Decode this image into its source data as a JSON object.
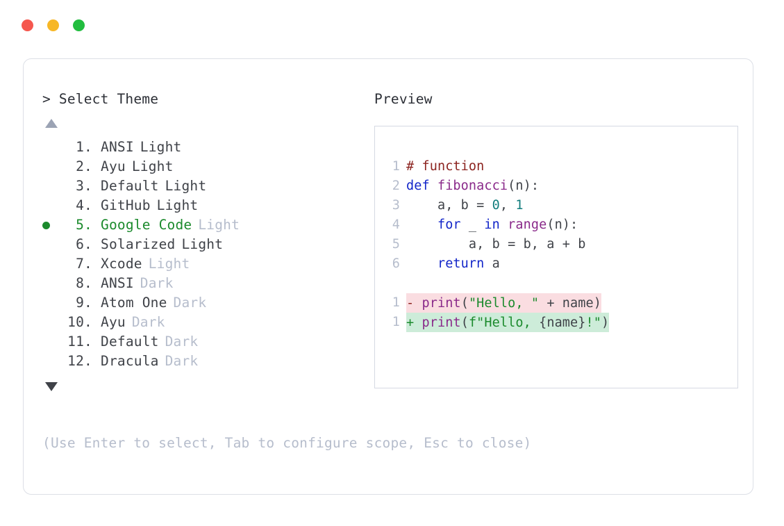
{
  "window": {
    "dots": [
      {
        "name": "close-dot",
        "color": "#f5574e"
      },
      {
        "name": "minimize-dot",
        "color": "#f7b726"
      },
      {
        "name": "maximize-dot",
        "color": "#22bd3f"
      }
    ]
  },
  "prompt": {
    "title": "> Select Theme",
    "scroll_up_icon": "triangle-up-icon",
    "scroll_down_icon": "triangle-down-icon",
    "selected_index": 5,
    "selected_bullet_color": "#1b8a2c"
  },
  "themes": [
    {
      "number": "1.",
      "name": "ANSI",
      "suffix": "Light",
      "suffix_muted": false,
      "selected": false
    },
    {
      "number": "2.",
      "name": "Ayu",
      "suffix": "Light",
      "suffix_muted": false,
      "selected": false
    },
    {
      "number": "3.",
      "name": "Default",
      "suffix": "Light",
      "suffix_muted": false,
      "selected": false
    },
    {
      "number": "4.",
      "name": "GitHub",
      "suffix": "Light",
      "suffix_muted": false,
      "selected": false
    },
    {
      "number": "5.",
      "name": "Google Code",
      "suffix": "Light",
      "suffix_muted": true,
      "selected": true
    },
    {
      "number": "6.",
      "name": "Solarized",
      "suffix": "Light",
      "suffix_muted": false,
      "selected": false
    },
    {
      "number": "7.",
      "name": "Xcode",
      "suffix": "Light",
      "suffix_muted": true,
      "selected": false
    },
    {
      "number": "8.",
      "name": "ANSI",
      "suffix": "Dark",
      "suffix_muted": true,
      "selected": false
    },
    {
      "number": "9.",
      "name": "Atom One",
      "suffix": "Dark",
      "suffix_muted": true,
      "selected": false
    },
    {
      "number": "10.",
      "name": "Ayu",
      "suffix": "Dark",
      "suffix_muted": true,
      "selected": false
    },
    {
      "number": "11.",
      "name": "Default",
      "suffix": "Dark",
      "suffix_muted": true,
      "selected": false
    },
    {
      "number": "12.",
      "name": "Dracula",
      "suffix": "Dark",
      "suffix_muted": true,
      "selected": false
    }
  ],
  "hint": "(Use Enter to select, Tab to configure scope, Esc to close)",
  "preview": {
    "title": "Preview",
    "code_lines": [
      {
        "ln": "1",
        "tokens": [
          {
            "t": "# function",
            "c": "tok-comment"
          }
        ]
      },
      {
        "ln": "2",
        "tokens": [
          {
            "t": "def ",
            "c": "tok-keyword"
          },
          {
            "t": "fibonacci",
            "c": "tok-func"
          },
          {
            "t": "(n):",
            "c": "tok-plain"
          }
        ]
      },
      {
        "ln": "3",
        "tokens": [
          {
            "t": "    a, b = ",
            "c": "tok-plain"
          },
          {
            "t": "0",
            "c": "tok-number"
          },
          {
            "t": ", ",
            "c": "tok-plain"
          },
          {
            "t": "1",
            "c": "tok-number"
          }
        ]
      },
      {
        "ln": "4",
        "tokens": [
          {
            "t": "    ",
            "c": "tok-plain"
          },
          {
            "t": "for",
            "c": "tok-keyword"
          },
          {
            "t": " _ ",
            "c": "tok-plain"
          },
          {
            "t": "in",
            "c": "tok-keyword"
          },
          {
            "t": " ",
            "c": "tok-plain"
          },
          {
            "t": "range",
            "c": "tok-func"
          },
          {
            "t": "(n):",
            "c": "tok-plain"
          }
        ]
      },
      {
        "ln": "5",
        "tokens": [
          {
            "t": "        a, b = b, a + b",
            "c": "tok-plain"
          }
        ]
      },
      {
        "ln": "6",
        "tokens": [
          {
            "t": "    ",
            "c": "tok-plain"
          },
          {
            "t": "return",
            "c": "tok-keyword"
          },
          {
            "t": " a",
            "c": "tok-plain"
          }
        ]
      }
    ],
    "diff_lines": [
      {
        "ln": "1",
        "kind": "diff-del",
        "tokens": [
          {
            "t": "- ",
            "c": "tok-del-sign"
          },
          {
            "t": "print",
            "c": "tok-func"
          },
          {
            "t": "(",
            "c": "tok-plain"
          },
          {
            "t": "\"Hello, \"",
            "c": "tok-string"
          },
          {
            "t": " + name)",
            "c": "tok-plain"
          }
        ]
      },
      {
        "ln": "1",
        "kind": "diff-add",
        "tokens": [
          {
            "t": "+ ",
            "c": "tok-add-sign"
          },
          {
            "t": "print",
            "c": "tok-func"
          },
          {
            "t": "(",
            "c": "tok-plain"
          },
          {
            "t": "f\"Hello, ",
            "c": "tok-string"
          },
          {
            "t": "{name}",
            "c": "tok-plain"
          },
          {
            "t": "!\"",
            "c": "tok-string"
          },
          {
            "t": ")",
            "c": "tok-plain"
          }
        ]
      }
    ]
  }
}
